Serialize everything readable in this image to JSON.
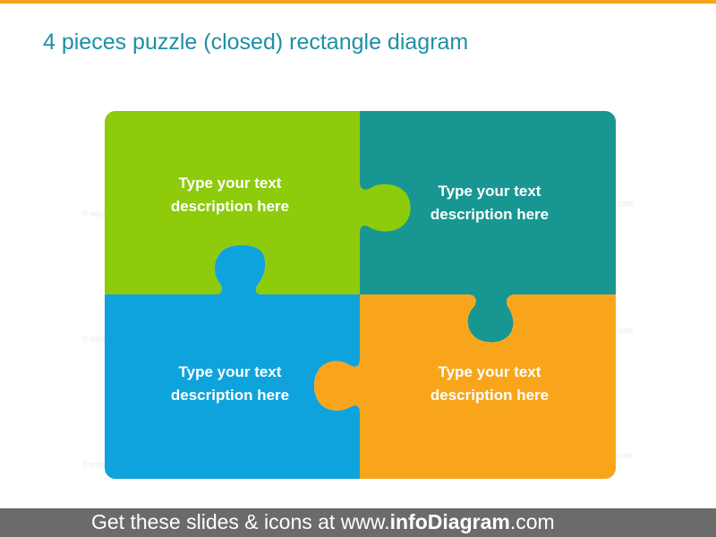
{
  "title": "4 pieces puzzle (closed) rectangle diagram",
  "pieces": [
    {
      "id": "top-left",
      "line1": "Type your text",
      "line2": "description here",
      "color": "#8ecb0b"
    },
    {
      "id": "top-right",
      "line1": "Type your text",
      "line2": "description here",
      "color": "#189792"
    },
    {
      "id": "bottom-left",
      "line1": "Type your text",
      "line2": "description here",
      "color": "#0ea3dc"
    },
    {
      "id": "bottom-right",
      "line1": "Type your text",
      "line2": "description here",
      "color": "#f8a51c"
    }
  ],
  "footer": {
    "prefix": "Get these slides & icons at www.",
    "brand": "infoDiagram",
    "suffix": ".com",
    "logo_icon": "infodiagram-logo-icon"
  },
  "watermark": "© infoDiagram.com",
  "colors": {
    "accent": "#f5a31a",
    "title": "#1f8fa6",
    "footer_bg": "#6b6b6b"
  }
}
